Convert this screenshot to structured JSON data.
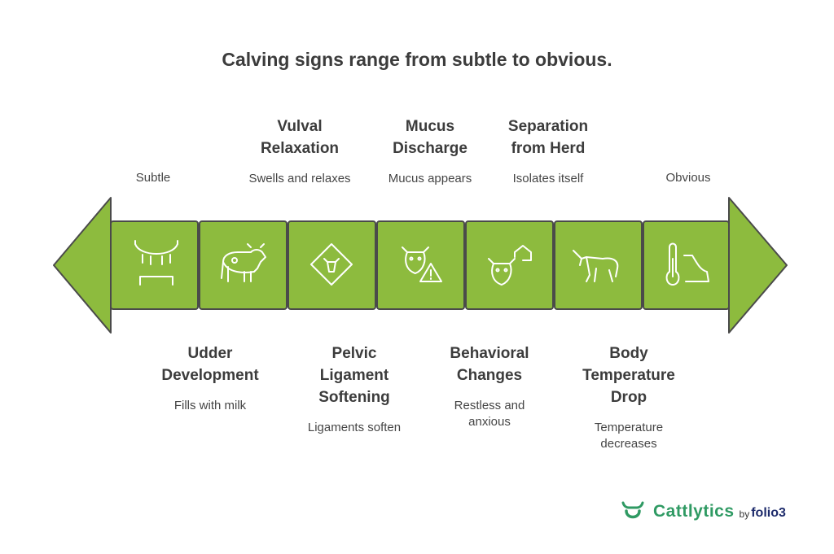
{
  "title": "Calving signs range from subtle to obvious.",
  "ends": {
    "left": "Subtle",
    "right": "Obvious"
  },
  "stages": [
    {
      "icon": "udder-icon",
      "name": "Udder Development",
      "desc": "Fills with milk"
    },
    {
      "icon": "cow-icon",
      "name": "Vulval Relaxation",
      "desc": "Swells and relaxes"
    },
    {
      "icon": "cow-warning-sign-icon",
      "name": "Pelvic Ligament Softening",
      "desc": "Ligaments soften"
    },
    {
      "icon": "cow-alert-icon",
      "name": "Mucus Discharge",
      "desc": "Mucus appears"
    },
    {
      "icon": "cow-behavior-icon",
      "name": "Behavioral Changes",
      "desc": "Restless and anxious"
    },
    {
      "icon": "lone-cow-icon",
      "name": "Separation from Herd",
      "desc": "Isolates itself"
    },
    {
      "icon": "thermometer-drop-icon",
      "name": "Body Temperature Drop",
      "desc": "Temperature decreases"
    }
  ],
  "colors": {
    "segment": "#8dbb3e",
    "stroke": "#4a4a4a",
    "brand": "#2f9a63"
  },
  "logo": {
    "name": "Cattlytics",
    "by": "by",
    "company": "folio3"
  }
}
